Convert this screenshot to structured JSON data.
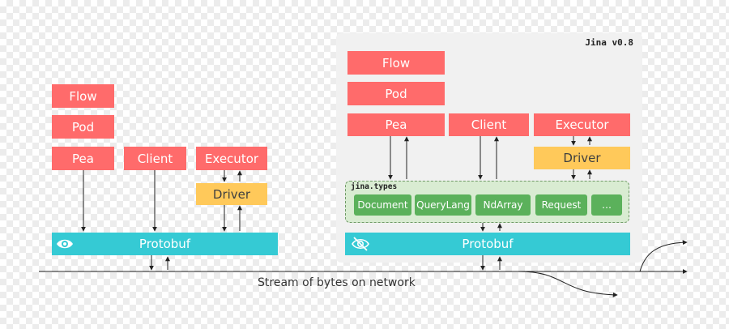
{
  "left": {
    "flow": "Flow",
    "pod": "Pod",
    "pea": "Pea",
    "client": "Client",
    "executor": "Executor",
    "driver": "Driver",
    "protobuf": "Protobuf"
  },
  "right": {
    "version": "Jina v0.8",
    "flow": "Flow",
    "pod": "Pod",
    "pea": "Pea",
    "client": "Client",
    "executor": "Executor",
    "driver": "Driver",
    "types_label": "jina.types",
    "types": [
      "Document",
      "QueryLang",
      "NdArray",
      "Request",
      "…"
    ],
    "protobuf": "Protobuf"
  },
  "caption": "Stream of bytes on network",
  "icons": {
    "left_protobuf": "eye-icon",
    "right_protobuf": "eye-slash-icon"
  },
  "colors": {
    "red": "#ff6b6b",
    "yellow": "#ffc95a",
    "teal": "#35cad4",
    "green": "#5bb15b",
    "panel": "#f1f1f1"
  }
}
